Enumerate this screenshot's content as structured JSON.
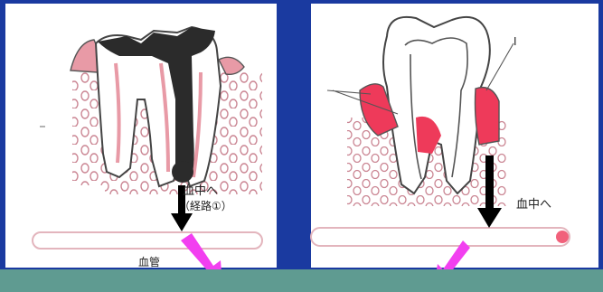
{
  "left_panel": {
    "label_bloodstream": "血中へ",
    "label_route": "（経路①）",
    "label_vessel": "血管"
  },
  "right_panel": {
    "label_top": "I",
    "label_bloodstream": "血中へ"
  },
  "colors": {
    "background": "#1a3aa0",
    "panel": "#ffffff",
    "footer": "#5f9b91",
    "gum_pink": "#e89aa6",
    "inflamed_red": "#ee3a5a",
    "decay_black": "#2a2a2a",
    "arrow_magenta": "#f23ff0",
    "arrow_black": "#000000"
  },
  "icons": {
    "left_arrow": "arrow-down-black-icon",
    "right_arrow": "arrow-down-black-icon",
    "magenta_arrows": "arrow-diagonal-magenta-icon"
  }
}
